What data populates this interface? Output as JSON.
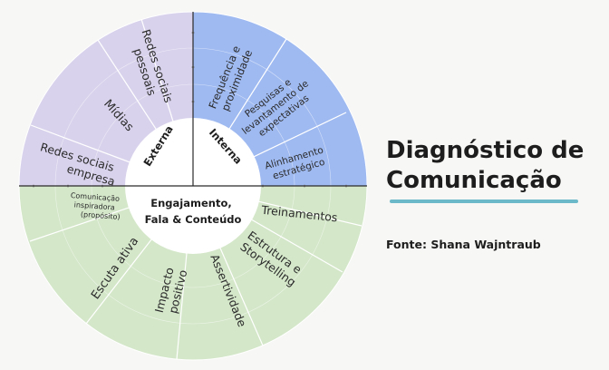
{
  "title": {
    "line1": "Diagnóstico de",
    "line2": "Comunicação"
  },
  "source": "Fonte: Shana Wajntraub",
  "colors": {
    "externa": "#d9d2ec",
    "interna": "#9fbaf1",
    "engajamento": "#d4e7c9",
    "accent": "#6cb9c9",
    "background": "#f7f7f5"
  },
  "hub": {
    "externa": "Externa",
    "interna": "Interna",
    "engajamento": [
      "Engajamento,",
      "Fala & Conteúdo"
    ]
  },
  "segments": {
    "redes_sociais_pessoais": [
      "Redes sociais",
      "pessoais"
    ],
    "midias": [
      "Mídias"
    ],
    "redes_sociais_empresa": [
      "Redes sociais",
      "empresa"
    ],
    "frequencia": [
      "Frequência e",
      "proximidade"
    ],
    "pesquisas": [
      "Pesquisas e",
      "levantamento de",
      "expectativas"
    ],
    "alinhamento": [
      "Alinhamento",
      "estratégico"
    ],
    "comunicacao_inspiradora": [
      "Comunicação",
      "inspiradora",
      "(propósito)"
    ],
    "escuta_ativa": [
      "Escuta ativa"
    ],
    "impacto_positivo": [
      "Impacto",
      "positivo"
    ],
    "assertividade": [
      "Assertividade"
    ],
    "estrutura_storytelling": [
      "Estrutura e",
      "Storytelling"
    ],
    "treinamentos": [
      "Treinamentos"
    ]
  }
}
